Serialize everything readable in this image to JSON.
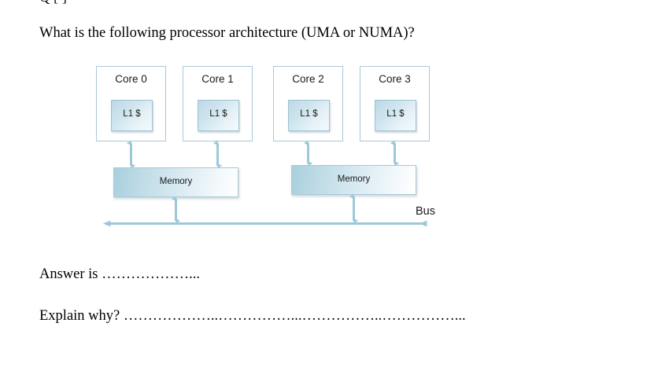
{
  "page": {
    "clipped_top_line": "Q                [                    ]",
    "question": "What is the following processor architecture (UMA or NUMA)?",
    "answer_prompt": "Answer is ………………...",
    "explain_prompt": "Explain why? ………………..……………...……………..……………..."
  },
  "diagram": {
    "cores": [
      {
        "label": "Core 0",
        "cache": "L1 $"
      },
      {
        "label": "Core 1",
        "cache": "L1 $"
      },
      {
        "label": "Core 2",
        "cache": "L1 $"
      },
      {
        "label": "Core 3",
        "cache": "L1 $"
      }
    ],
    "memories": [
      {
        "label": "Memory"
      },
      {
        "label": "Memory"
      }
    ],
    "bus_label": "Bus",
    "colors": {
      "box_border": "#a9c9d8",
      "arrow": "#9cc8d8",
      "memory_gradient_start": "#a8cfdd",
      "memory_gradient_end": "#ffffff",
      "cache_gradient_start": "#bcd9e6",
      "cache_gradient_end": "#f4fafc",
      "page_background": "#ffffff",
      "text": "#1a1a1a"
    }
  }
}
